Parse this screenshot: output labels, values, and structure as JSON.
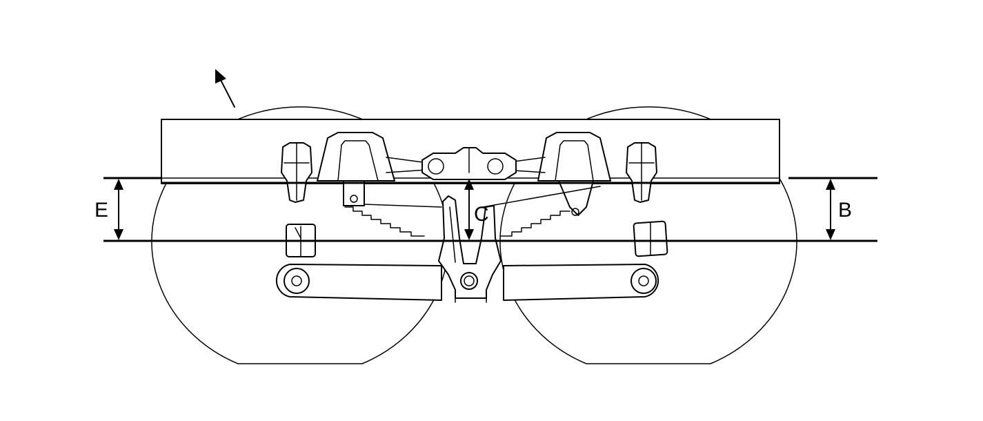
{
  "labels": {
    "E": "E",
    "B": "B",
    "C": "C"
  },
  "colors": {
    "ink": "#000000",
    "background": "#ffffff"
  }
}
